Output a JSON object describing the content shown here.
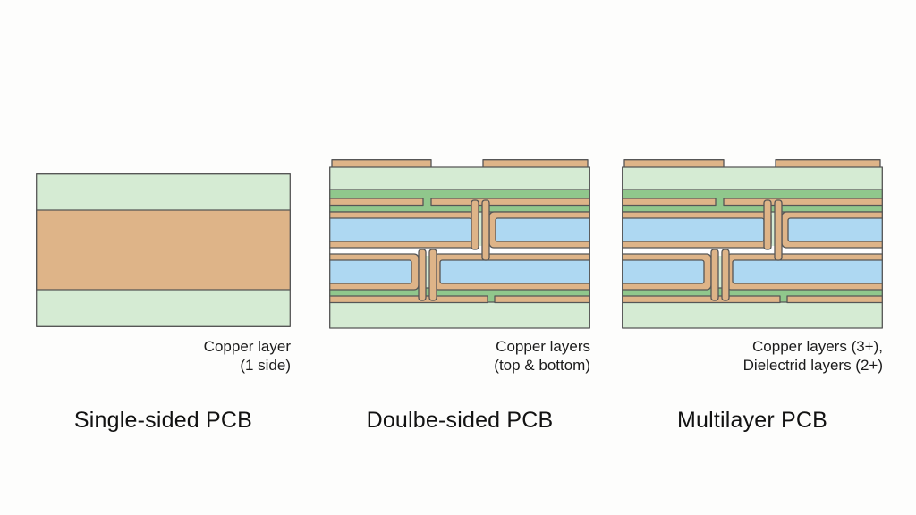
{
  "figure": {
    "background": "#fdfdfc",
    "colors": {
      "substrate_green": "#d5ebd3",
      "mask_green": "#90c78c",
      "copper_tan": "#deb488",
      "dielectric_blue": "#aed8f2",
      "gap_white": "#ffffff",
      "outline": "#565656",
      "text": "#1b1b1b"
    },
    "panels": [
      {
        "diagram": "single-sided-board",
        "caption_lines": [
          "Copper layer",
          "(1 side)"
        ],
        "title": "Single-sided PCB"
      },
      {
        "diagram": "double-sided-board",
        "caption_lines": [
          "Copper layers",
          "(top & bottom)"
        ],
        "title": "Doulbe-sided PCB"
      },
      {
        "diagram": "multilayer-board",
        "caption_lines": [
          "Copper layers (3+),",
          "Dielectrid layers (2+)"
        ],
        "title": "Multilayer PCB"
      }
    ]
  }
}
